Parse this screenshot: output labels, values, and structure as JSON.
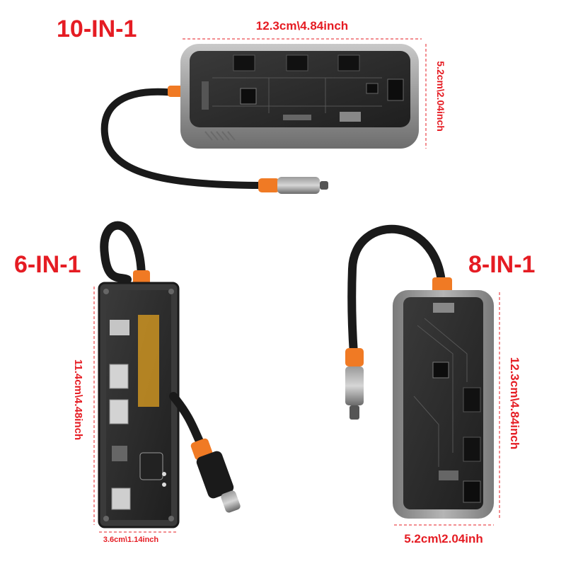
{
  "products": {
    "hub10": {
      "label": "10-IN-1",
      "width_dim": "12.3cm\\4.84inch",
      "height_dim": "5.2cm\\2.04inch"
    },
    "hub6": {
      "label": "6-IN-1",
      "length_dim": "11.4cm\\4.48inch",
      "width_dim": "3.6cm\\1.14inch"
    },
    "hub8": {
      "label": "8-IN-1",
      "length_dim": "12.3cm\\4.84inch",
      "width_dim": "5.2cm\\2.04inh"
    }
  },
  "colors": {
    "label_red": "#e51c23",
    "cable_orange": "#f07a24",
    "shell_gray": "#8c8c8c",
    "board_dark": "#2b2b2b"
  }
}
